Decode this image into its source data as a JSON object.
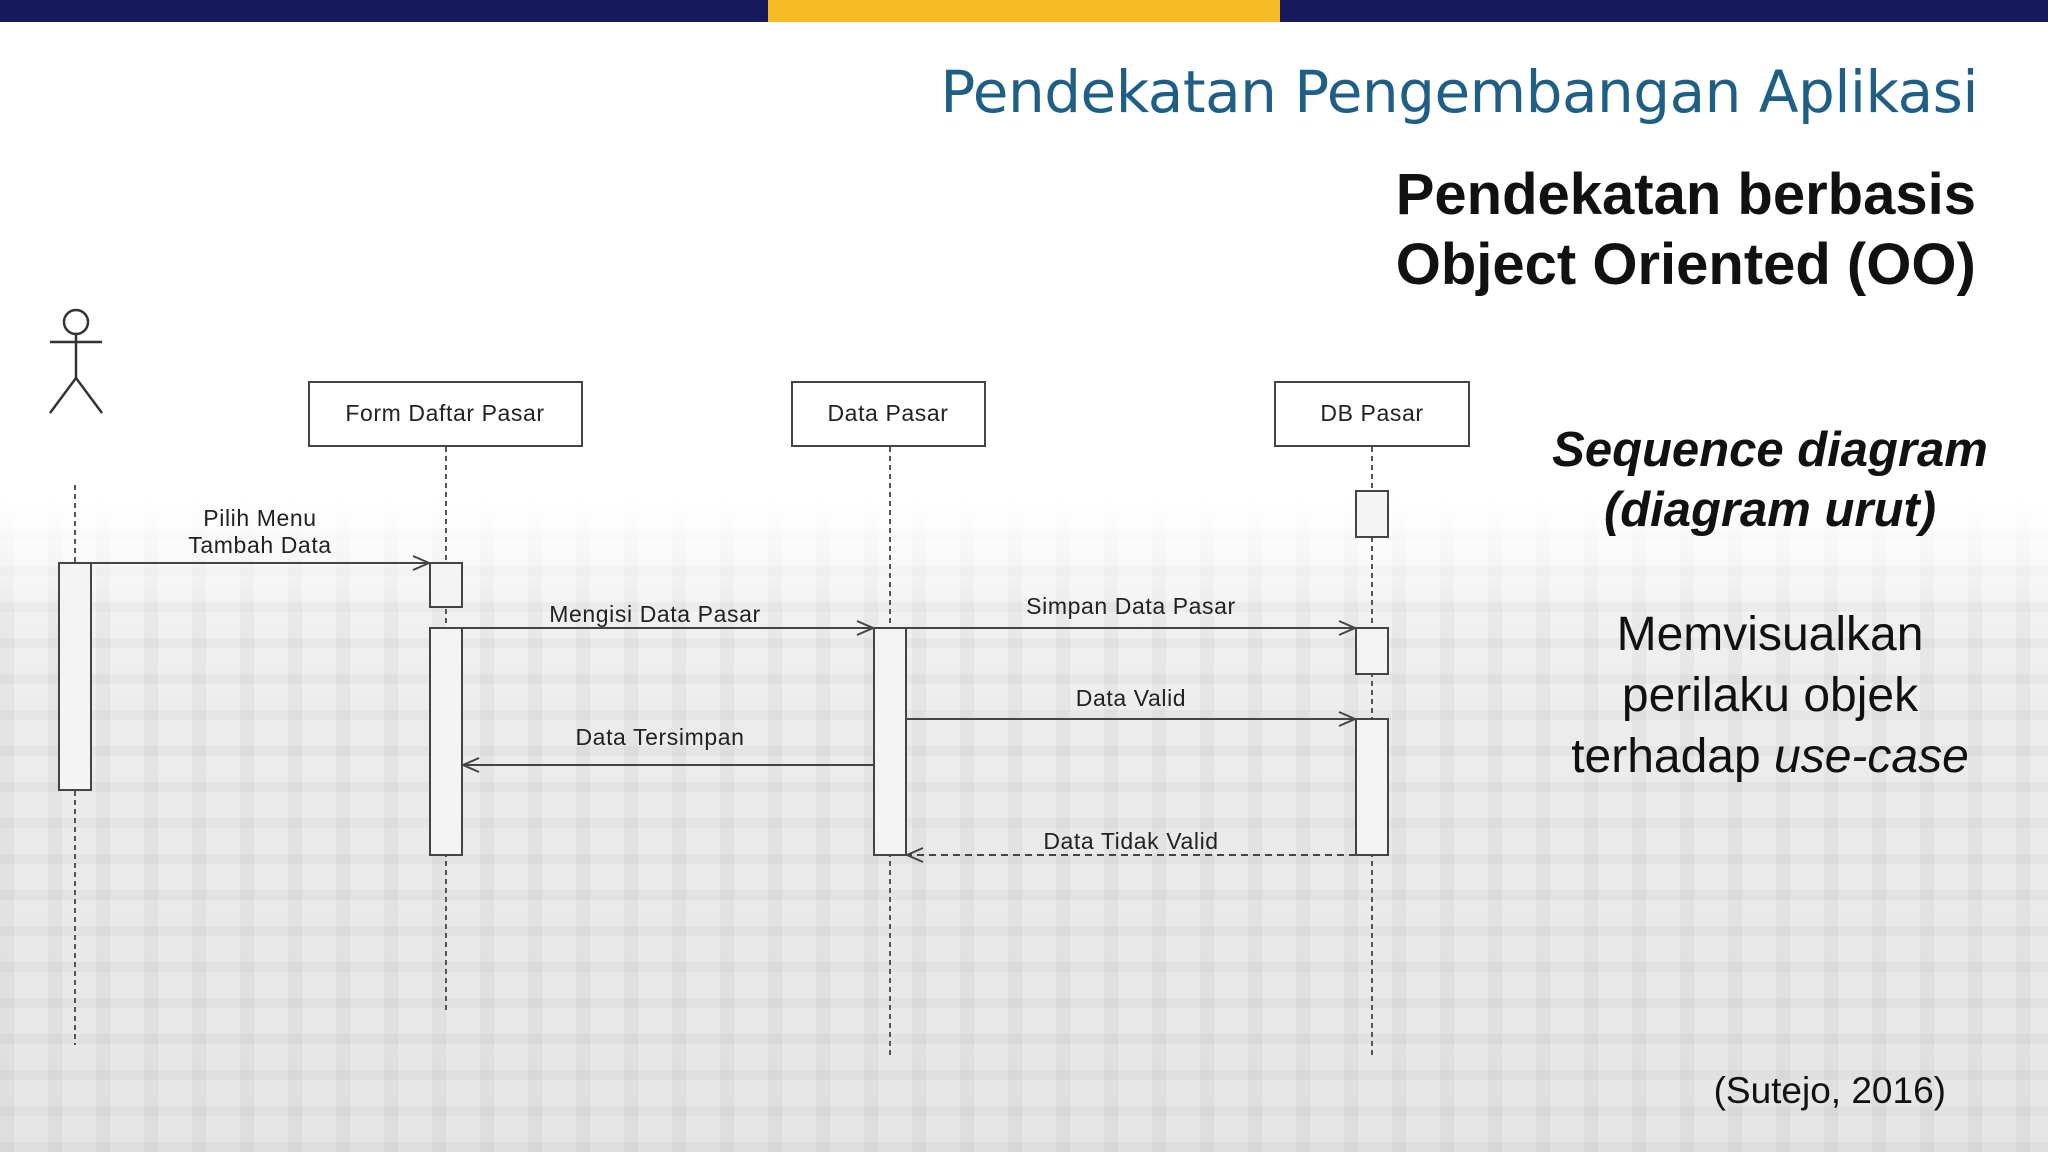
{
  "colors": {
    "bar_dark": "#141a5c",
    "bar_accent": "#f6bb22",
    "title": "#1f5f86",
    "diagram_line": "#444444"
  },
  "slide": {
    "title": "Pendekatan Pengembangan Aplikasi",
    "subtitle_line1": "Pendekatan berbasis",
    "subtitle_line2": "Object Oriented (OO)",
    "sd_title_line1": "Sequence diagram",
    "sd_title_line2": "(diagram urut)",
    "desc_line1": "Memvisualkan",
    "desc_line2": "perilaku objek",
    "desc_line3_prefix": "terhadap ",
    "desc_line3_em": "use-case",
    "citation": "(Sutejo, 2016)"
  },
  "diagram": {
    "actor_icon": "stick-figure-actor",
    "lifelines": [
      {
        "label": "Form Daftar Pasar"
      },
      {
        "label": "Data Pasar"
      },
      {
        "label": "DB Pasar"
      }
    ],
    "messages": [
      {
        "label_line1": "Pilih Menu",
        "label_line2": "Tambah Data",
        "type": "sync"
      },
      {
        "label": "Mengisi Data Pasar",
        "type": "sync"
      },
      {
        "label": "Simpan Data Pasar",
        "type": "sync"
      },
      {
        "label": "Data Valid",
        "type": "sync"
      },
      {
        "label": "Data Tersimpan",
        "type": "sync"
      },
      {
        "label": "Data Tidak Valid",
        "type": "return"
      }
    ]
  }
}
